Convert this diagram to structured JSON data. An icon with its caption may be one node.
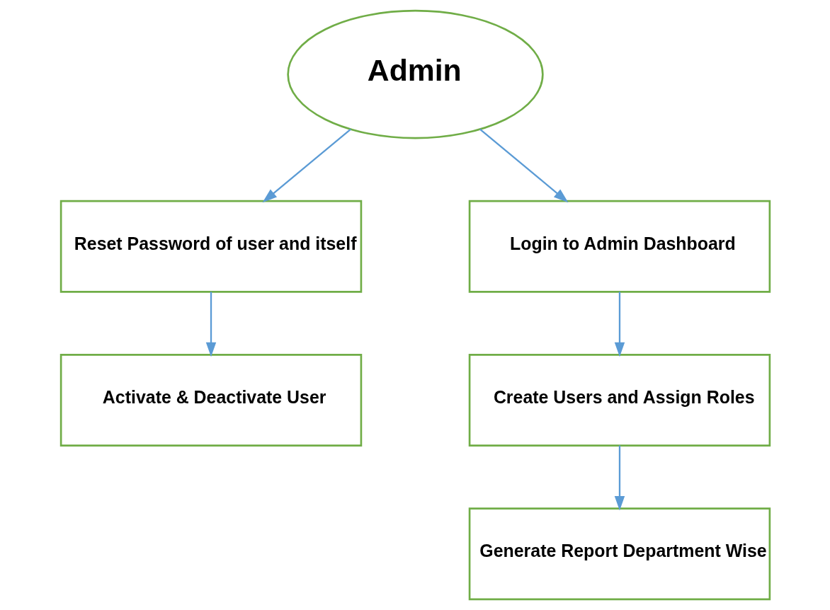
{
  "diagram": {
    "nodes": [
      {
        "text": [
          "Admin"
        ]
      },
      {
        "text": [
          "Reset Password of user and itself"
        ]
      },
      {
        "text": [
          "Activate & Deactivate User"
        ]
      },
      {
        "text": [
          "Login to Admin Dashboard"
        ]
      },
      {
        "text": [
          "Create Users and Assign Roles"
        ]
      },
      {
        "text": [
          "Generate Report Department Wise"
        ]
      }
    ],
    "edges": [
      {
        "from": 0,
        "to": 1,
        "arrow": "to"
      },
      {
        "from": 1,
        "to": 2,
        "arrow": "to"
      },
      {
        "from": 0,
        "to": 3,
        "arrow": "to"
      },
      {
        "from": 3,
        "to": 4,
        "arrow": "to"
      },
      {
        "from": 4,
        "to": 5,
        "arrow": "to"
      }
    ]
  }
}
